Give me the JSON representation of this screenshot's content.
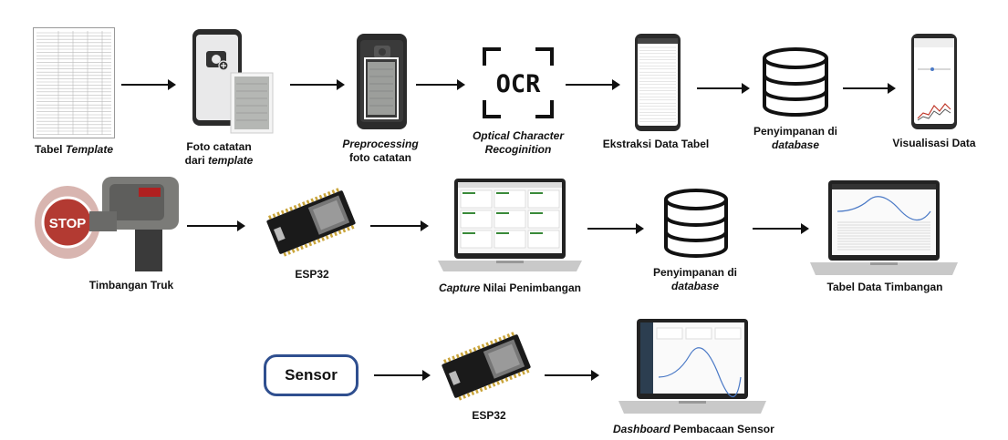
{
  "row1": {
    "template_table": {
      "label_prefix": "Tabel ",
      "label_italic": "Template"
    },
    "photo": {
      "line1": "Foto catatan",
      "line2_prefix": "dari ",
      "line2_italic": "template"
    },
    "preprocess": {
      "line1_italic": "Preprocessing",
      "line2": "foto catatan"
    },
    "ocr": {
      "icon_text": "OCR",
      "line1_italic": "Optical Character",
      "line2_italic": "Recoginition"
    },
    "extract": {
      "label": "Ekstraksi Data Tabel"
    },
    "storage": {
      "line1": "Penyimpanan di",
      "line2_italic": "database"
    },
    "visual": {
      "label": "Visualisasi Data"
    }
  },
  "row2": {
    "truck": {
      "label": "Timbangan Truk",
      "sign_text": "STOP"
    },
    "esp": {
      "label": "ESP32"
    },
    "capture": {
      "label_italic": "Capture",
      "label_rest": " Nilai Penimbangan"
    },
    "storage": {
      "line1": "Penyimpanan di",
      "line2_italic": "database"
    },
    "table": {
      "label": "Tabel Data Timbangan"
    }
  },
  "row3": {
    "sensor": {
      "label": "Sensor"
    },
    "esp": {
      "label": "ESP32"
    },
    "dashboard": {
      "label_italic": "Dashboard",
      "label_rest": " Pembacaan Sensor"
    }
  },
  "colors": {
    "sensor_border": "#2f4f8f",
    "arrow": "#111111",
    "phone_body": "#2b2b2b",
    "laptop_body": "#c9c9c9"
  }
}
